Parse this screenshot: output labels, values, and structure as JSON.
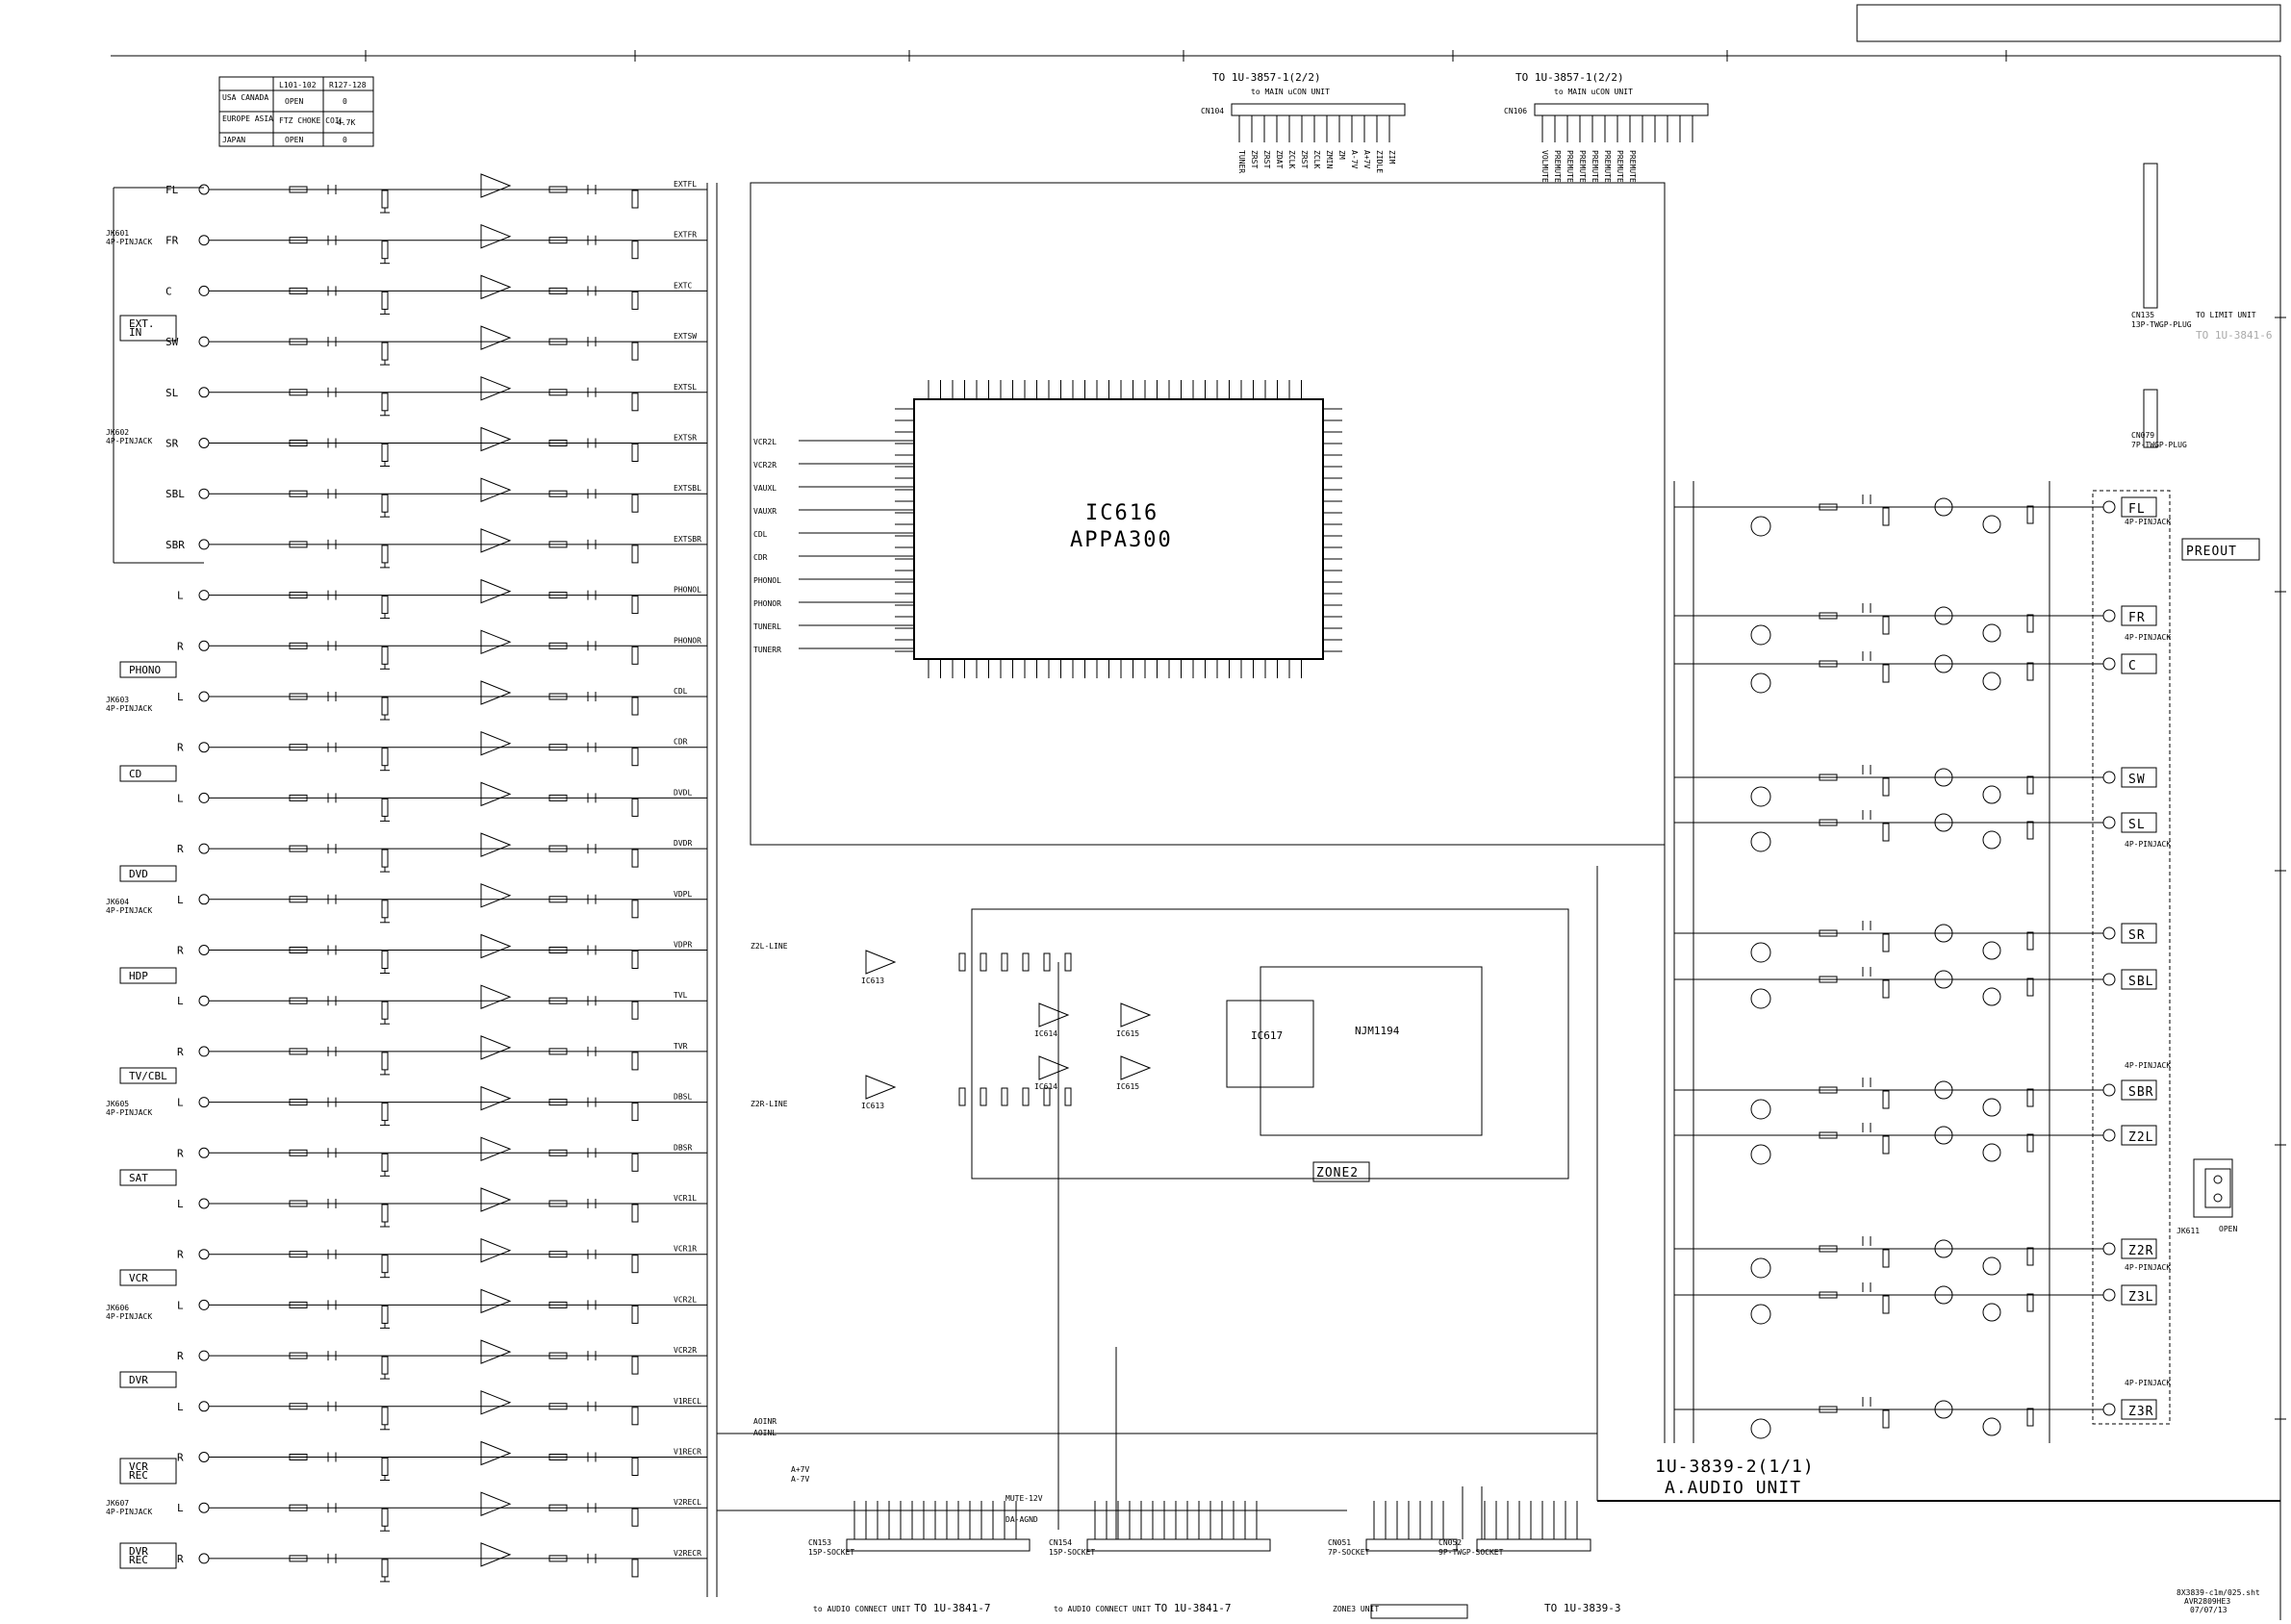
{
  "region_table": {
    "headers": [
      "",
      "L101-102",
      "R127-128"
    ],
    "rows": [
      {
        "region": "USA\nCANADA",
        "l": "OPEN",
        "r": "0"
      },
      {
        "region": "EUROPE\nASIA",
        "l": "FTZ CHOKE\nCOIL",
        "r": "4.7K"
      },
      {
        "region": "JAPAN",
        "l": "OPEN",
        "r": "0"
      }
    ]
  },
  "input_labels": [
    "EXT.\nIN",
    "PHONO",
    "CD",
    "DVD",
    "HDP",
    "TV/CBL",
    "SAT",
    "VCR",
    "DVR",
    "VCR\nREC",
    "DVR\nREC"
  ],
  "jacks": [
    "JK601\n4P-PINJACK",
    "JK602\n4P-PINJACK",
    "JK603\n4P-PINJACK",
    "JK604\n4P-PINJACK",
    "JK605\n4P-PINJACK",
    "JK606\n4P-PINJACK",
    "JK607\n4P-PINJACK"
  ],
  "channel_pins": [
    "FL",
    "FR",
    "C",
    "SW",
    "SL",
    "SR",
    "SBL",
    "SBR"
  ],
  "main_ic": {
    "ref": "IC616",
    "part": "APPA300"
  },
  "zone2_label": "ZONE2",
  "zone2_ics": [
    "IC613",
    "IC614",
    "IC615",
    "IC617",
    "NJM1194"
  ],
  "preout": {
    "title": "PREOUT",
    "outputs": [
      "FL",
      "FR",
      "C",
      "SW",
      "SL",
      "SR",
      "SBL",
      "SBR",
      "Z2L",
      "Z2R",
      "Z3L",
      "Z3R"
    ],
    "jack_label": "4P-PINJACK",
    "jk611": "JK611",
    "jk611_open": "OPEN"
  },
  "top_connectors": [
    {
      "ref": "CN104",
      "text": "TO 1U-3857-1(2/2)",
      "sub": "to MAIN uCON UNIT",
      "pins": [
        "TUNER",
        "ZRST",
        "ZRST",
        "ZDAT",
        "ZCLK",
        "ZRST",
        "ZCLK",
        "ZMIN",
        "ZM",
        "A-7V",
        "A+7V",
        "ZIDLE",
        "ZIM"
      ]
    },
    {
      "ref": "CN106",
      "text": "TO 1U-3857-1(2/2)",
      "sub": "to MAIN uCON UNIT",
      "pins": [
        "VOLMUTE",
        "PREMUTE",
        "PREMUTE",
        "PREMUTE",
        "PREMUTE",
        "PREMUTE",
        "PREMUTE",
        "PREMUTE"
      ]
    }
  ],
  "right_connector": {
    "ref": "CN135",
    "pins": "13P-TWGP-PLUG",
    "to": "TO LIMIT UNIT",
    "to2": "TO 1U-3841-6"
  },
  "cn079": {
    "ref": "CN079",
    "pins": "7P-TWGP-PLUG"
  },
  "bottom_connectors": [
    {
      "ref": "CN153",
      "pins": "15P-SOCKET",
      "to": "to AUDIO CONNECT UNIT",
      "to2": "TO 1U-3841-7"
    },
    {
      "ref": "CN154",
      "pins": "15P-SOCKET",
      "to": "to AUDIO CONNECT UNIT",
      "to2": "TO 1U-3841-7"
    },
    {
      "ref": "CN051",
      "pins": "7P-SOCKET",
      "to": "ZONE3 UNIT",
      "to2": ""
    },
    {
      "ref": "CN052",
      "pins": "9P-TWGP-SOCKET",
      "to": "",
      "to2": "TO 1U-3839-3"
    }
  ],
  "unit_title": "1U-3839-2(1/1)",
  "unit_subtitle": "A.AUDIO UNIT",
  "footer": [
    "8X3839-c1m/025.sht",
    "AVR2809HE3",
    "07/07/13"
  ],
  "signal_names_left": [
    "EXTFL",
    "EXTFR",
    "EXTC",
    "EXTSW",
    "EXTSL",
    "EXTSR",
    "EXTSBL",
    "EXTSBR",
    "PHONOL",
    "PHONOR",
    "CDL",
    "CDR",
    "DVDL",
    "DVDR",
    "VDPL",
    "VDPR",
    "TVL",
    "TVR",
    "DBSL",
    "DBSR",
    "VCR1L",
    "VCR1R",
    "VCR2L",
    "VCR2R",
    "V1RECL",
    "V1RECR",
    "V2RECL",
    "V2RECR"
  ],
  "ic_inputs": [
    "VCR2L",
    "VCR2R",
    "VAUXL",
    "VAUXR",
    "CDL",
    "CDR",
    "PHONOL",
    "PHONOR",
    "TUNERL",
    "TUNERR"
  ],
  "misc": {
    "mute": "MUTE-12V",
    "agnd": "DA-AGND",
    "plus7": "A+7V",
    "minus7": "A-7V",
    "aoinr": "AOINR",
    "aoinl": "AOINL",
    "z2line": "Z2L-LINE",
    "z2rline": "Z2R-LINE"
  }
}
